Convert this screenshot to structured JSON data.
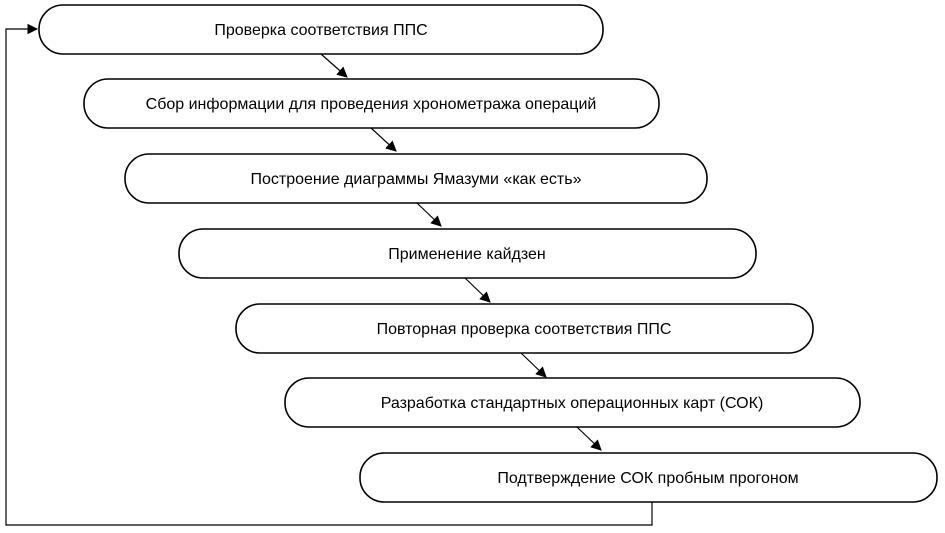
{
  "steps": [
    {
      "label": "Проверка соответствия ППС"
    },
    {
      "label": "Сбор информации для проведения хронометража операций"
    },
    {
      "label": "Построение диаграммы Ямазуми «как есть»"
    },
    {
      "label": "Применение кайдзен"
    },
    {
      "label": "Повторная проверка соответствия ППС"
    },
    {
      "label": "Разработка стандартных операционных карт (СОК)"
    },
    {
      "label": "Подтверждение СОК пробным прогоном"
    }
  ],
  "colors": {
    "stroke": "#000000",
    "fill": "#ffffff",
    "text": "#000000"
  }
}
